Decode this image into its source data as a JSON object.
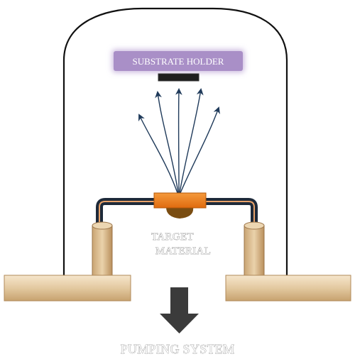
{
  "labels": {
    "substrate_holder": "SUBSTRATE HOLDER",
    "target_material_line1": "TARGET",
    "target_material_line2": "MATERIAL",
    "pumping_system": "PUMPING SYSTEM"
  },
  "colors": {
    "chamber_outline": "#111111",
    "substrate_holder_fill": "#a98fc7",
    "substrate_holder_glow": "#c9b7de",
    "substrate_holder_text": "#ffffff",
    "substrate_bar": "#1f1f1f",
    "arrow": "#1f3a5a",
    "target_fill": "#f07d1a",
    "target_blob": "#7a4d12",
    "electrode_tube": "#1e2a3a",
    "electrode_tube_inner": "#e9a36a",
    "post_fill": "#d9b98c",
    "base_fill": "#e6cfaa",
    "pump_arrow": "#3b3b3b"
  },
  "icons": {
    "pump_direction": "down-arrow-icon"
  }
}
